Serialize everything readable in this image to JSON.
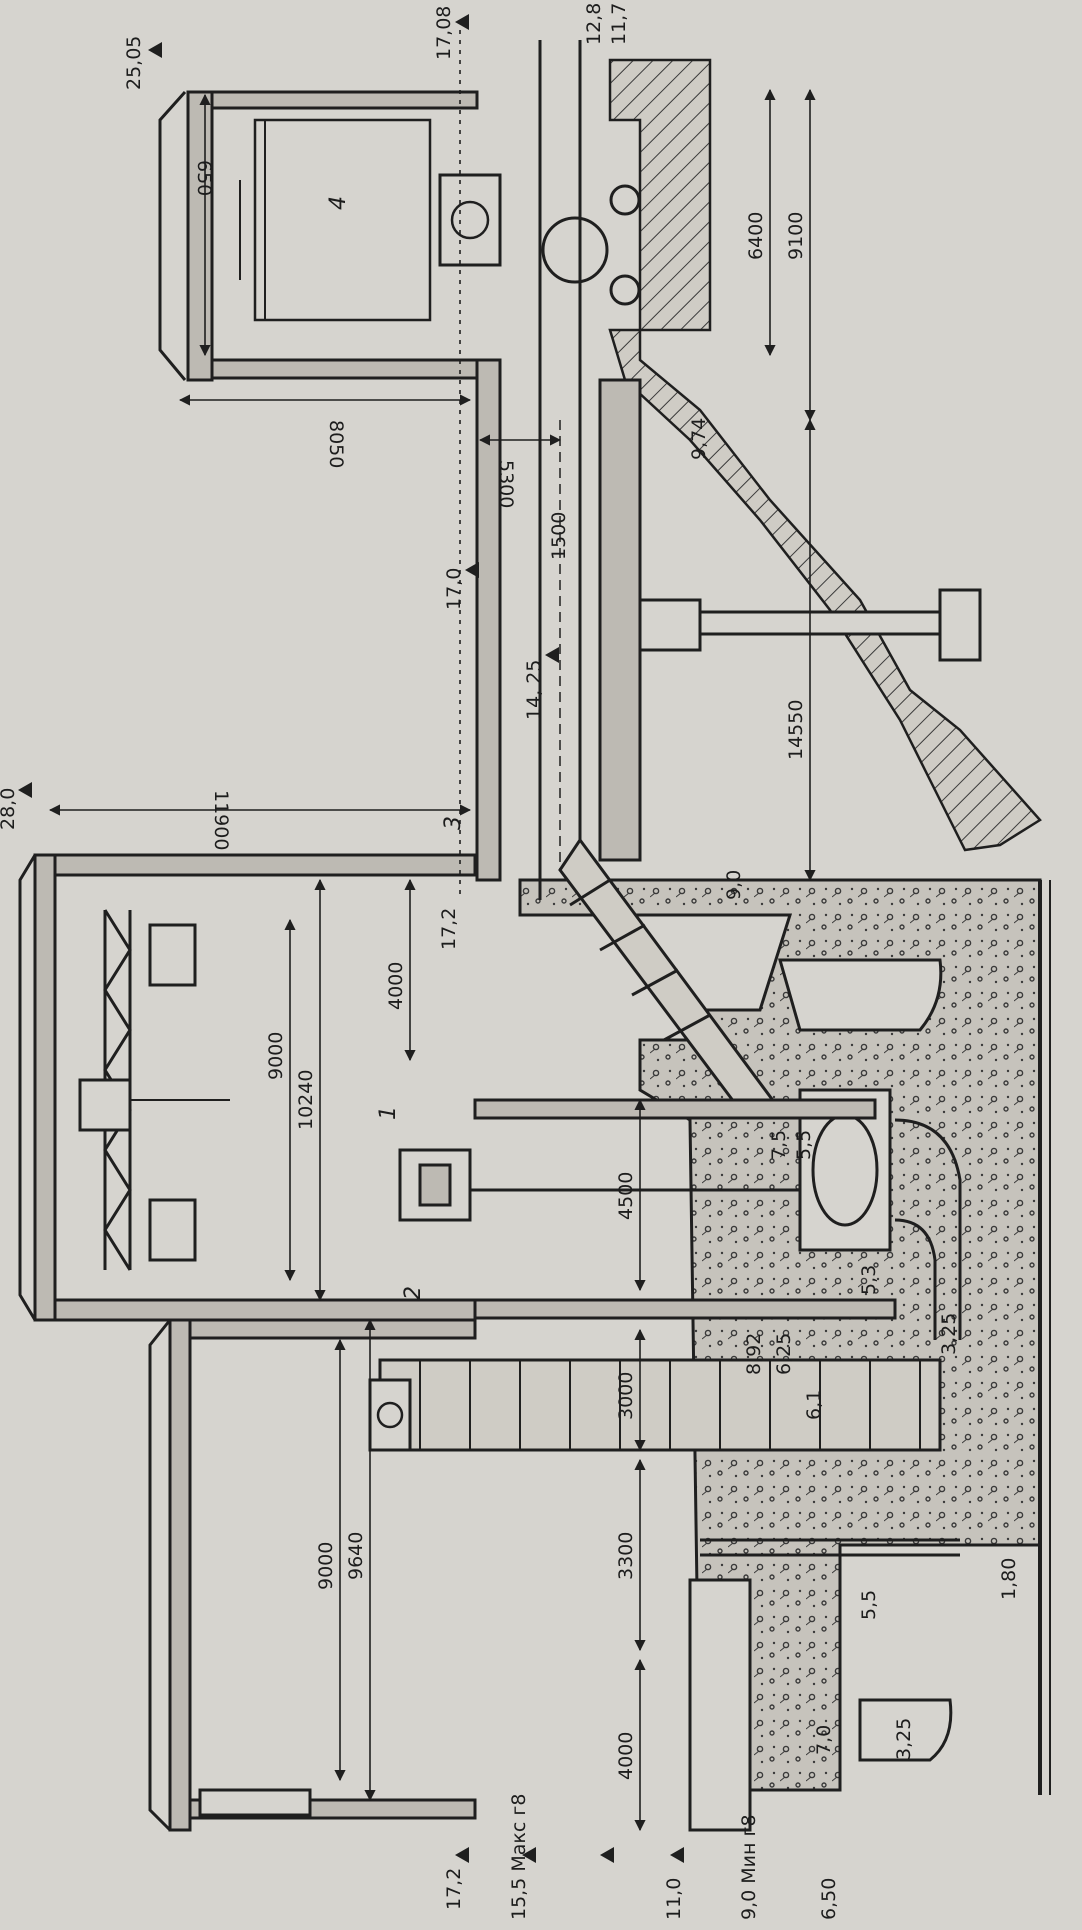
{
  "levels": {
    "l_28_0": "28,0",
    "l_25_05": "25,05",
    "l_17_08": "17,08",
    "l_12_8": "12,8",
    "l_11_7": "11,7",
    "l_17_0": "17,0",
    "l_14_25": "14, 25",
    "l_9_74": "9,74",
    "l_17_2_a": "17,2",
    "l_9_0": "9,0",
    "l_7_5": "7,5",
    "l_5_5_a": "5,5",
    "l_5_3": "5,3",
    "l_3_25_a": "3,25",
    "l_8_92": "8,92",
    "l_6_25": "6,25",
    "l_6_1": "6,1",
    "l_5_5_b": "5,5",
    "l_1_80": "1,80",
    "l_3_25_b": "3,25",
    "l_7_0": "7,0",
    "l_17_2_b": "17,2",
    "l_15_5": "15,5 Макс г8",
    "l_11_0": "11,0",
    "l_9_0_min": "9,0 Мин г8",
    "l_6_50": "6,50"
  },
  "dimensions": {
    "d_650": "650",
    "d_6400": "6400",
    "d_9100": "9100",
    "d_8050": "8050",
    "d_5300": "5300",
    "d_1500": "1500",
    "d_14550": "14550",
    "d_11900": "11900",
    "d_4000_a": "4000",
    "d_9000_a": "9000",
    "d_10240": "10240",
    "d_4500": "4500",
    "d_3000": "3000",
    "d_9640": "9640",
    "d_9000_b": "9000",
    "d_3300": "3300",
    "d_4000_b": "4000"
  },
  "callouts": {
    "c1": "1",
    "c2": "2",
    "c3": "3",
    "c4": "4"
  }
}
